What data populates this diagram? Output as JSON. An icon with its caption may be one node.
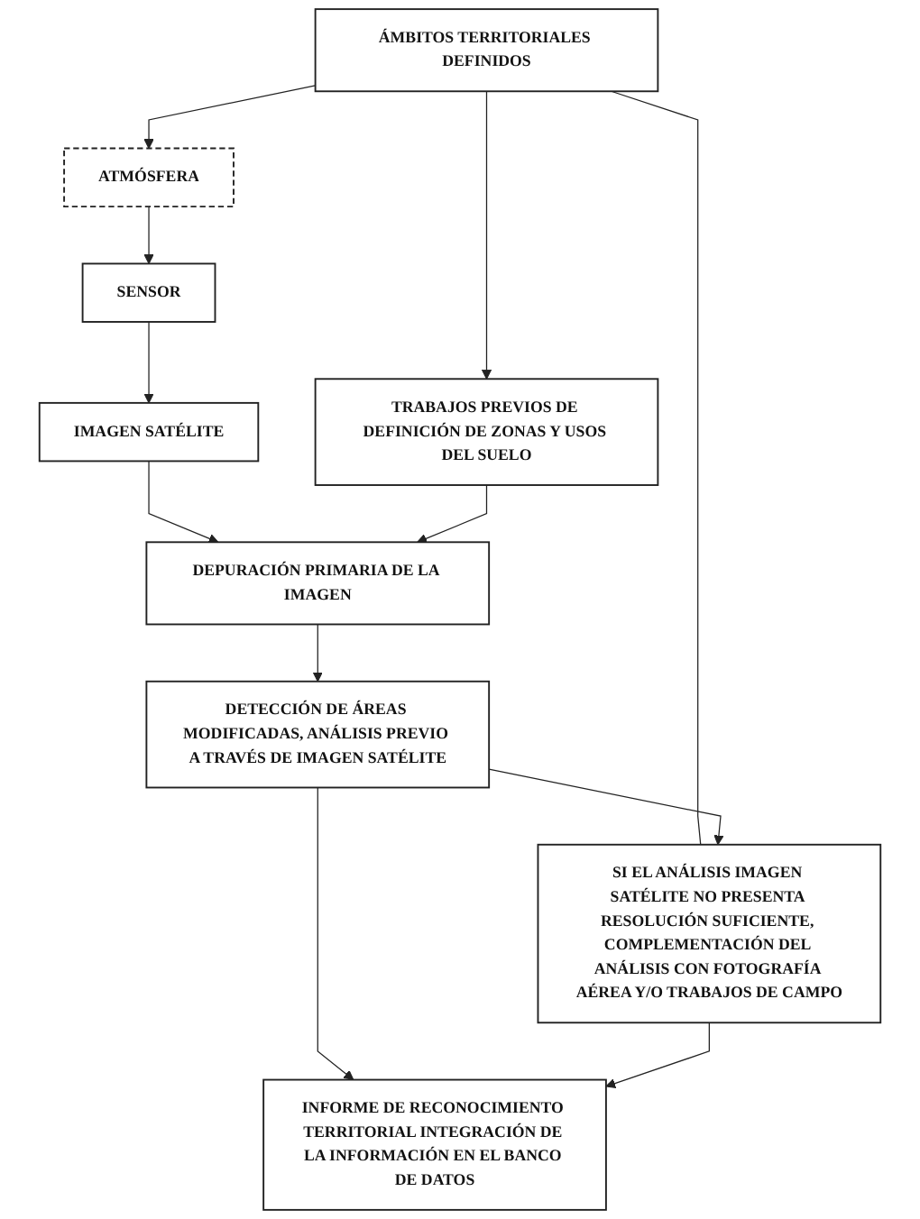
{
  "diagram": {
    "nodes": [
      {
        "text": [
          "ÁMBITOS TERRITORIALES DEFINIDOS"
        ]
      },
      {
        "text": [
          "ATMÓSFERA"
        ]
      },
      {
        "text": [
          "SENSOR"
        ]
      },
      {
        "text": [
          "IMAGEN SATÉLITE"
        ]
      },
      {
        "text": [
          "TRABAJOS PREVIOS DE DEFINICIÓN DE ZONAS Y USOS DEL SUELO"
        ]
      },
      {
        "text": [
          "DEPURACIÓN PRIMARIA DE LA IMAGEN"
        ]
      },
      {
        "text": [
          "DETECCIÓN DE ÁREAS MODIFICADAS, ANÁLISIS PREVIO A TRAVÉS DE IMAGEN SATÉLITE"
        ]
      },
      {
        "text": [
          "SI EL ANÁLISIS IMAGEN SATÉLITE NO PRESENTA RESOLUCIÓN SUFICIENTE, COMPLEMENTACIÓN DEL ANÁLISIS CON FOTOGRAFÍA AÉREA Y/O TRABAJOS DE CAMPO"
        ]
      },
      {
        "text": [
          "INFORME DE RECONOCIMIENTO TERRITORIAL INTEGRACIÓN DE LA INFORMACIÓN EN EL BANCO DE DATOS"
        ]
      }
    ],
    "edges": [
      {
        "from": 0,
        "to": 1,
        "arrow": "to"
      },
      {
        "from": 0,
        "to": 4,
        "arrow": "to"
      },
      {
        "from": 0,
        "to": 7,
        "arrow": "none"
      },
      {
        "from": 1,
        "to": 2,
        "arrow": "to"
      },
      {
        "from": 2,
        "to": 3,
        "arrow": "to"
      },
      {
        "from": 3,
        "to": 5,
        "arrow": "to"
      },
      {
        "from": 4,
        "to": 5,
        "arrow": "to"
      },
      {
        "from": 5,
        "to": 6,
        "arrow": "to"
      },
      {
        "from": 6,
        "to": 7,
        "arrow": "to"
      },
      {
        "from": 6,
        "to": 8,
        "arrow": "to"
      },
      {
        "from": 7,
        "to": 8,
        "arrow": "to"
      }
    ]
  }
}
